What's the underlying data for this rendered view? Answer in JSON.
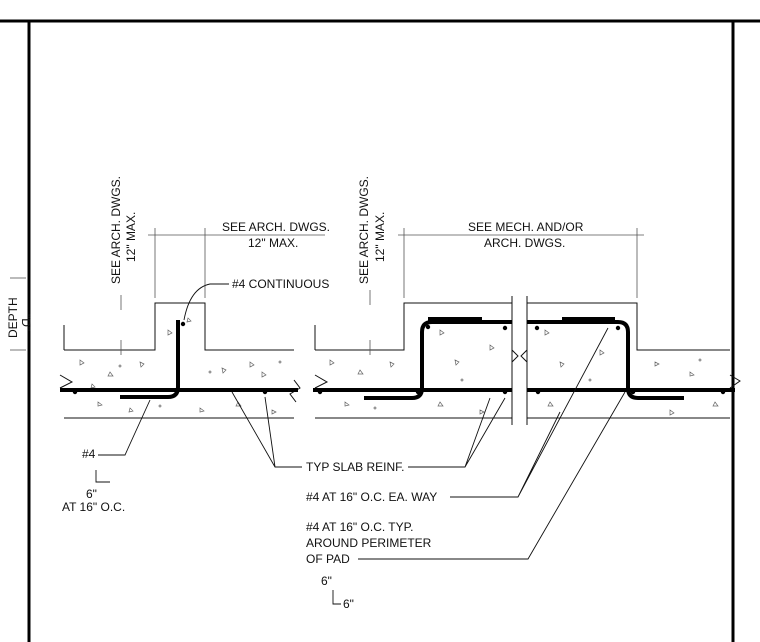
{
  "labels": {
    "depth": "DEPTH",
    "depth_sub": "\"D\"",
    "left_vertical_1": "SEE ARCH. DWGS.",
    "left_vertical_2": "12\" MAX.",
    "left_top_1": "SEE ARCH. DWGS.",
    "left_top_2": "12\" MAX.",
    "bar_continuous": "#4 CONTINUOUS",
    "right_vertical_1": "SEE ARCH. DWGS.",
    "right_vertical_2": "12\" MAX.",
    "right_top_1": "SEE MECH. AND/OR",
    "right_top_2": "ARCH. DWGS.",
    "bar_4": "#4",
    "bar_4_dim": "6\"",
    "bar_4_spacing": "AT 16\" O.C.",
    "typ_slab": "TYP SLAB REINF.",
    "ea_way": "#4 AT 16\" O.C. EA. WAY",
    "perim_1": "#4 AT 16\" O.C. TYP.",
    "perim_2": "AROUND PERIMETER",
    "perim_3": "OF PAD",
    "hook_dim_1": "6\"",
    "hook_dim_2": "6\""
  }
}
